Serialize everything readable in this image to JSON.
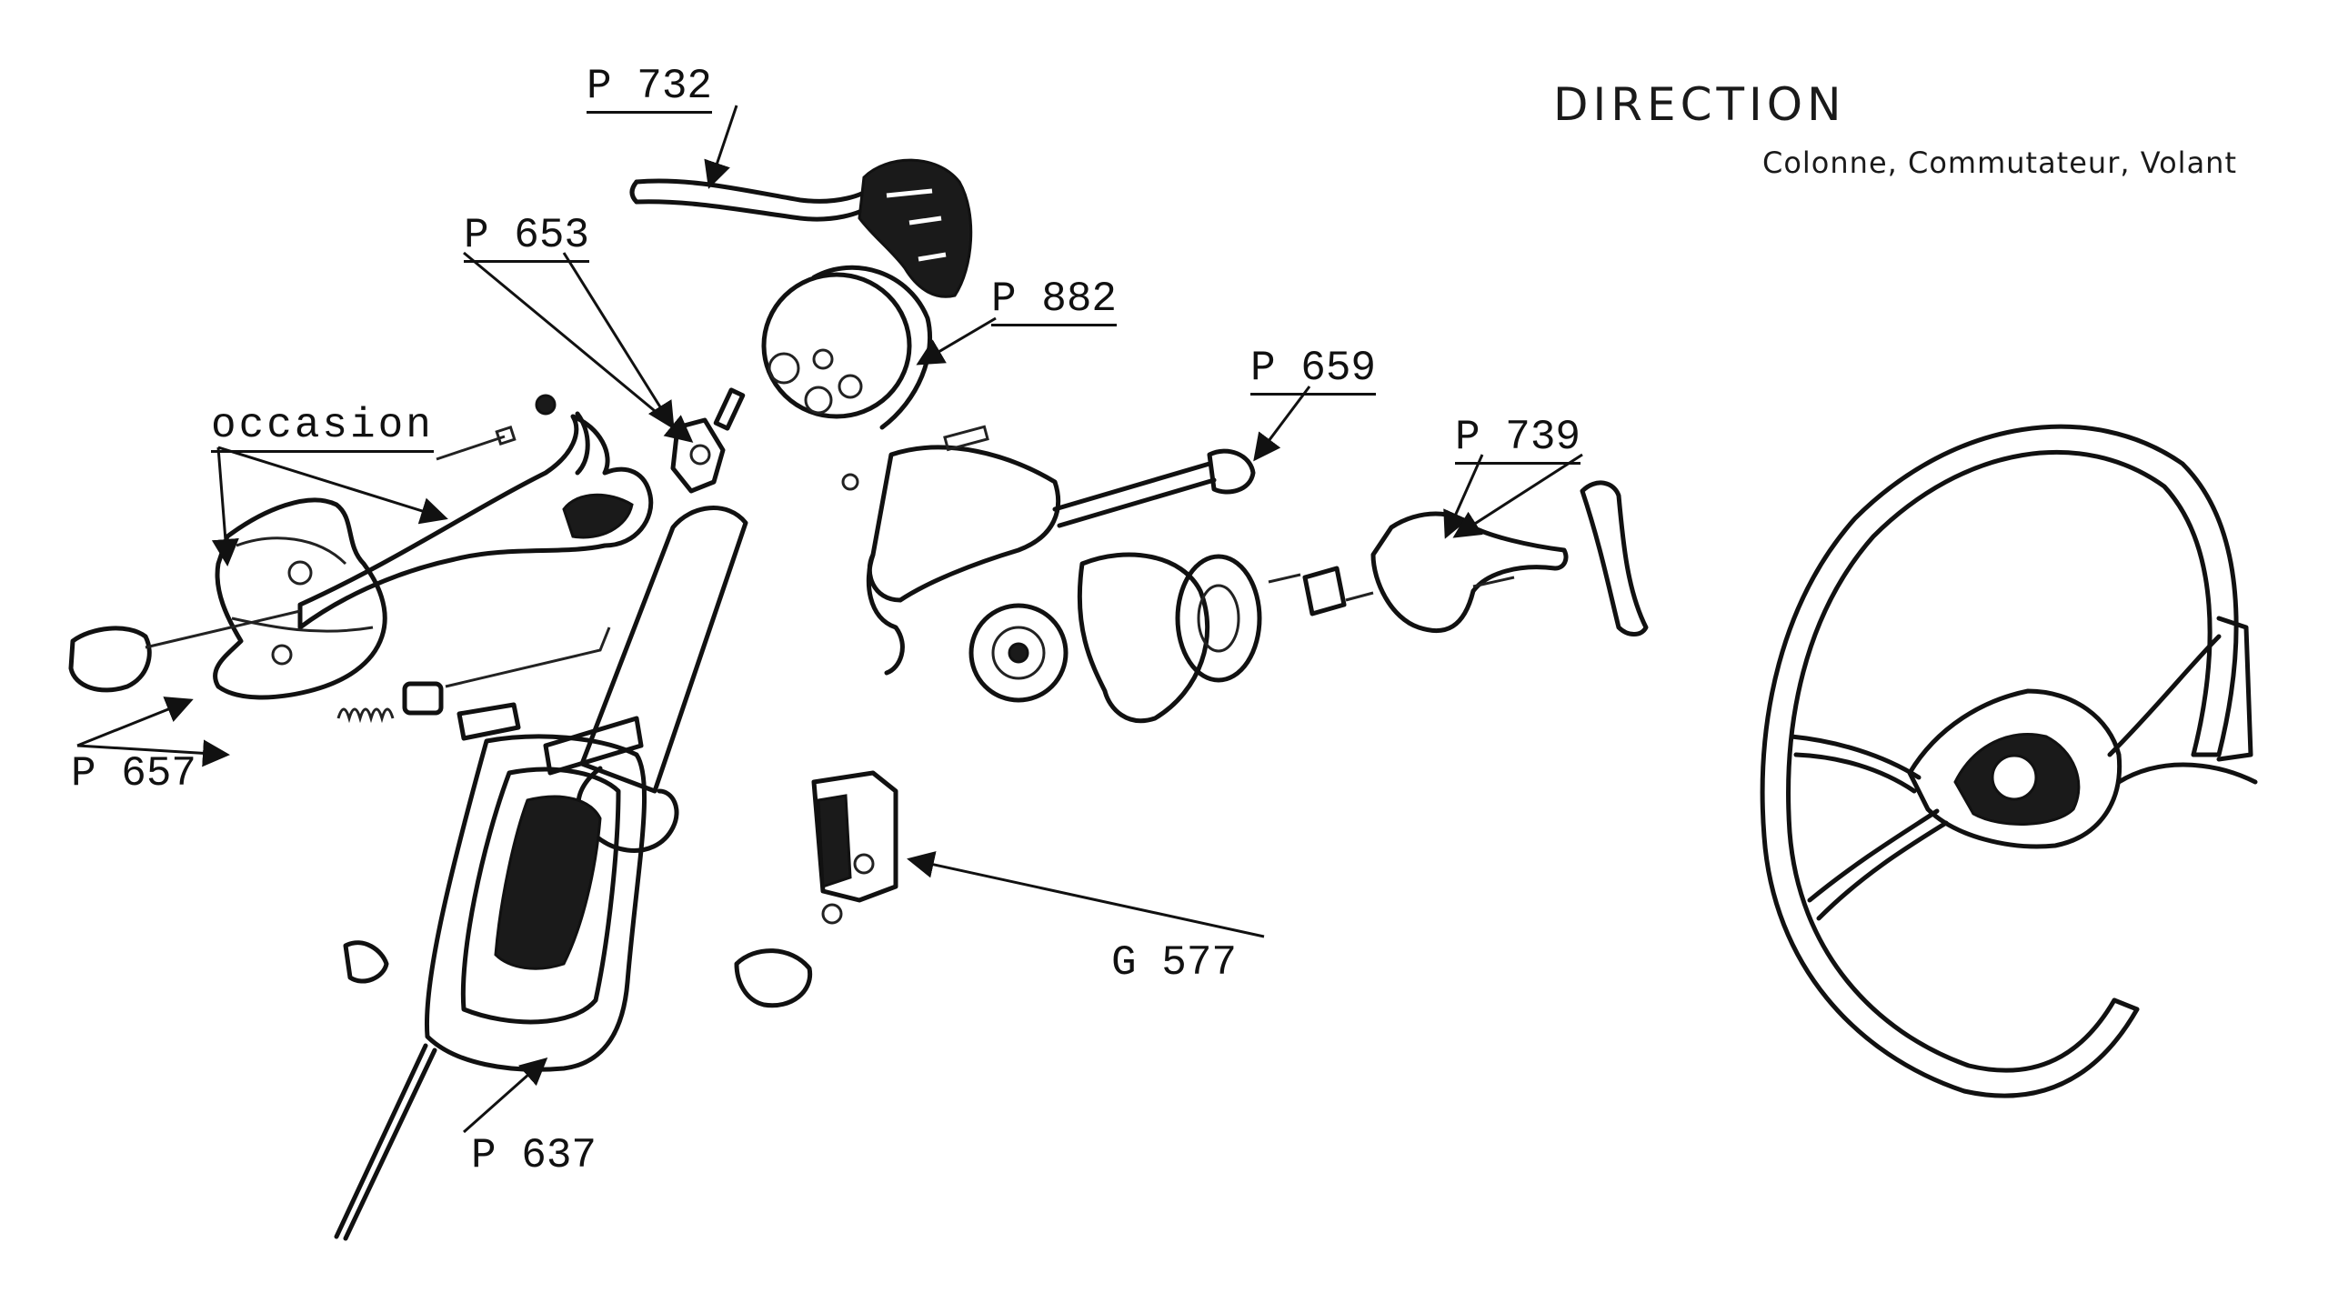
{
  "header": {
    "title": "DIRECTION",
    "subtitle": "Colonne, Commutateur, Volant"
  },
  "labels": {
    "p732": "P 732",
    "p653": "P 653",
    "p882": "P 882",
    "p659": "P 659",
    "p739": "P 739",
    "occasion": "occasion",
    "p657": "P 657",
    "g577": "G 577",
    "p637": "P 637"
  }
}
